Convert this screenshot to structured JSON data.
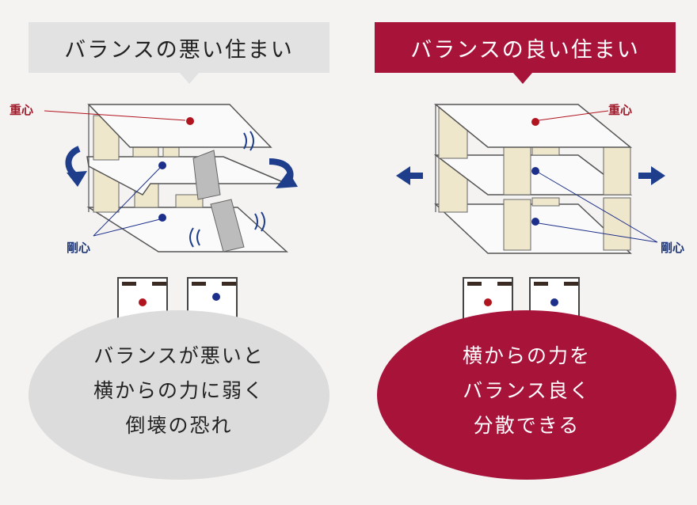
{
  "left": {
    "title": "バランスの悪い住まい",
    "center_of_gravity_label": "重心",
    "center_of_rigidity_label": "剛心",
    "message": [
      "バランスが悪いと",
      "横からの力に弱く",
      "倒壊の恐れ"
    ]
  },
  "right": {
    "title": "バランスの良い住まい",
    "center_of_gravity_label": "重心",
    "center_of_rigidity_label": "剛心",
    "message": [
      "横からの力を",
      "バランス良く",
      "分散できる"
    ]
  },
  "colors": {
    "accent": "#a8133a",
    "neutral": "#e2e2e2",
    "gravity_dot": "#b0141e",
    "rigidity_dot": "#1c2f8a",
    "arrow_blue": "#1e3e8c",
    "wall": "#efe7cc"
  },
  "icons": [
    "rotate-left-arrow-icon",
    "rotate-right-arrow-icon",
    "left-arrow-icon",
    "right-arrow-icon",
    "vibration-icon"
  ]
}
